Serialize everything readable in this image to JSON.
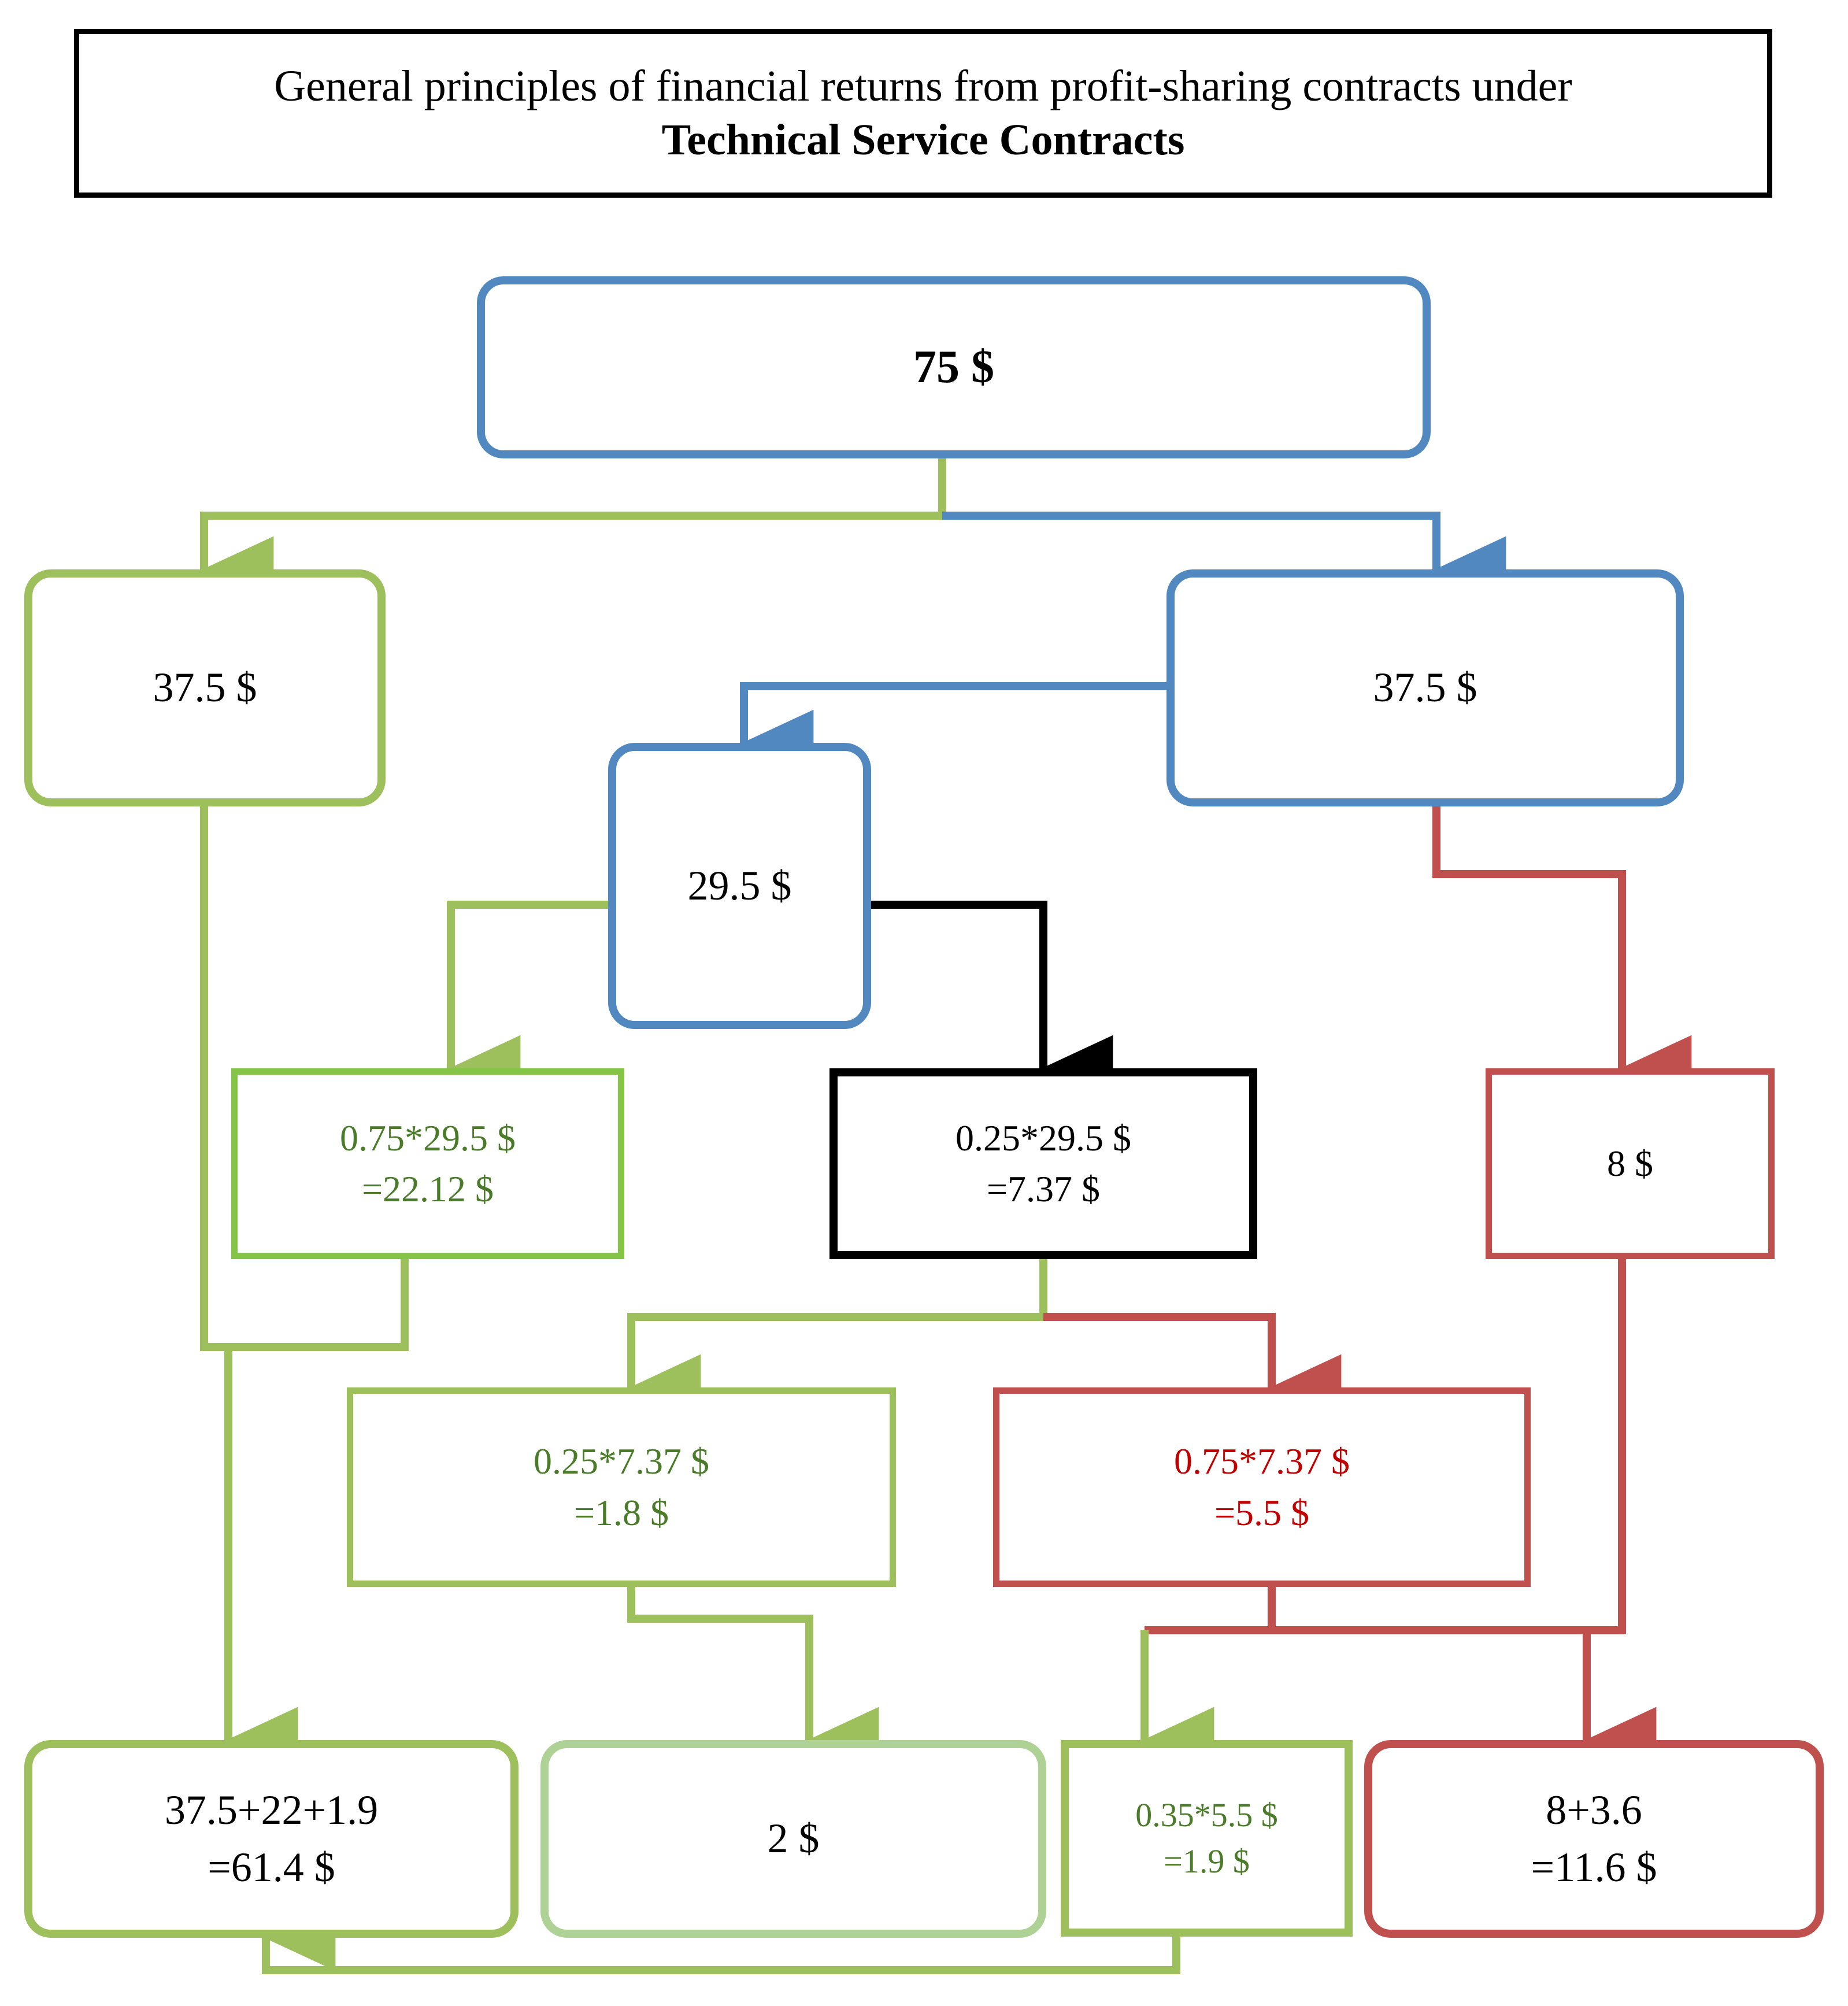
{
  "title": {
    "line1": "General principles of financial returns from profit-sharing contracts under",
    "line2": "Technical Service Contracts"
  },
  "colors": {
    "blue": "#5288c0",
    "green": "#9dbf5c",
    "bright_green": "#84c446",
    "pale_green": "#aed296",
    "red": "#c0504d",
    "text_red": "#c00000",
    "text_green": "#4a7b29",
    "black": "#000000"
  },
  "chart_data": {
    "type": "diagram",
    "title": "General principles of financial returns from profit-sharing contracts under Technical Service Contracts",
    "nodes": [
      {
        "id": "n_75",
        "label": "75 $",
        "lines": [
          "75 $"
        ],
        "border": "blue",
        "shape": "rounded",
        "text_color": "black",
        "bold": true
      },
      {
        "id": "n_375_left",
        "label": "37.5 $",
        "lines": [
          "37.5 $"
        ],
        "border": "green",
        "shape": "rounded",
        "text_color": "black",
        "bold": false
      },
      {
        "id": "n_375_right",
        "label": "37.5 $",
        "lines": [
          "37.5 $"
        ],
        "border": "blue",
        "shape": "rounded",
        "text_color": "black",
        "bold": false
      },
      {
        "id": "n_295",
        "label": "29.5 $",
        "lines": [
          "29.5 $"
        ],
        "border": "blue",
        "shape": "rounded",
        "text_color": "black",
        "bold": false
      },
      {
        "id": "n_2212",
        "label": "0.75*29.5 $ =22.12 $",
        "lines": [
          "0.75*29.5 $",
          "=22.12 $"
        ],
        "border": "bright_green",
        "shape": "square",
        "text_color": "green",
        "bold": false
      },
      {
        "id": "n_737",
        "label": "0.25*29.5 $ =7.37 $",
        "lines": [
          "0.25*29.5 $",
          "=7.37 $"
        ],
        "border": "black",
        "shape": "square",
        "text_color": "black",
        "bold": false
      },
      {
        "id": "n_8",
        "label": "8 $",
        "lines": [
          "8 $"
        ],
        "border": "red",
        "shape": "square",
        "text_color": "black",
        "bold": false
      },
      {
        "id": "n_18",
        "label": "0.25*7.37 $ =1.8 $",
        "lines": [
          "0.25*7.37 $",
          "=1.8 $"
        ],
        "border": "green",
        "shape": "square",
        "text_color": "green",
        "bold": false
      },
      {
        "id": "n_55",
        "label": "0.75*7.37 $ =5.5 $",
        "lines": [
          "0.75*7.37 $",
          "=5.5 $"
        ],
        "border": "red",
        "shape": "square",
        "text_color": "red",
        "bold": false
      },
      {
        "id": "n_614",
        "label": "37.5+22+1.9 =61.4 $",
        "lines": [
          "37.5+22+1.9",
          "=61.4 $"
        ],
        "border": "green",
        "shape": "rounded",
        "text_color": "black",
        "bold": false
      },
      {
        "id": "n_2",
        "label": "2 $",
        "lines": [
          "2 $"
        ],
        "border": "pale_green",
        "shape": "rounded",
        "text_color": "black",
        "bold": false
      },
      {
        "id": "n_19",
        "label": "0.35*5.5 $ =1.9 $",
        "lines": [
          "0.35*5.5 $",
          "=1.9 $"
        ],
        "border": "green",
        "shape": "square",
        "text_color": "green",
        "bold": false
      },
      {
        "id": "n_116",
        "label": "8+3.6 =11.6 $",
        "lines": [
          "8+3.6",
          "=11.6 $"
        ],
        "border": "red",
        "shape": "rounded",
        "text_color": "black",
        "bold": false
      }
    ],
    "edges": [
      {
        "from": "n_75",
        "to": "n_375_left",
        "color": "green"
      },
      {
        "from": "n_75",
        "to": "n_375_right",
        "color": "blue"
      },
      {
        "from": "n_375_right",
        "to": "n_295",
        "color": "blue"
      },
      {
        "from": "n_375_right",
        "to": "n_8",
        "color": "red"
      },
      {
        "from": "n_295",
        "to": "n_2212",
        "color": "green"
      },
      {
        "from": "n_295",
        "to": "n_737",
        "color": "black"
      },
      {
        "from": "n_737",
        "to": "n_18",
        "color": "green"
      },
      {
        "from": "n_737",
        "to": "n_55",
        "color": "red"
      },
      {
        "from": "n_375_left",
        "to": "n_614",
        "color": "green"
      },
      {
        "from": "n_2212",
        "to": "n_614",
        "color": "green"
      },
      {
        "from": "n_18",
        "to": "n_2",
        "color": "green"
      },
      {
        "from": "n_55",
        "to": "n_19",
        "color": "green"
      },
      {
        "from": "n_55",
        "to": "n_116",
        "color": "red"
      },
      {
        "from": "n_8",
        "to": "n_116",
        "color": "red"
      },
      {
        "from": "n_19",
        "to": "n_614",
        "color": "green"
      }
    ]
  }
}
